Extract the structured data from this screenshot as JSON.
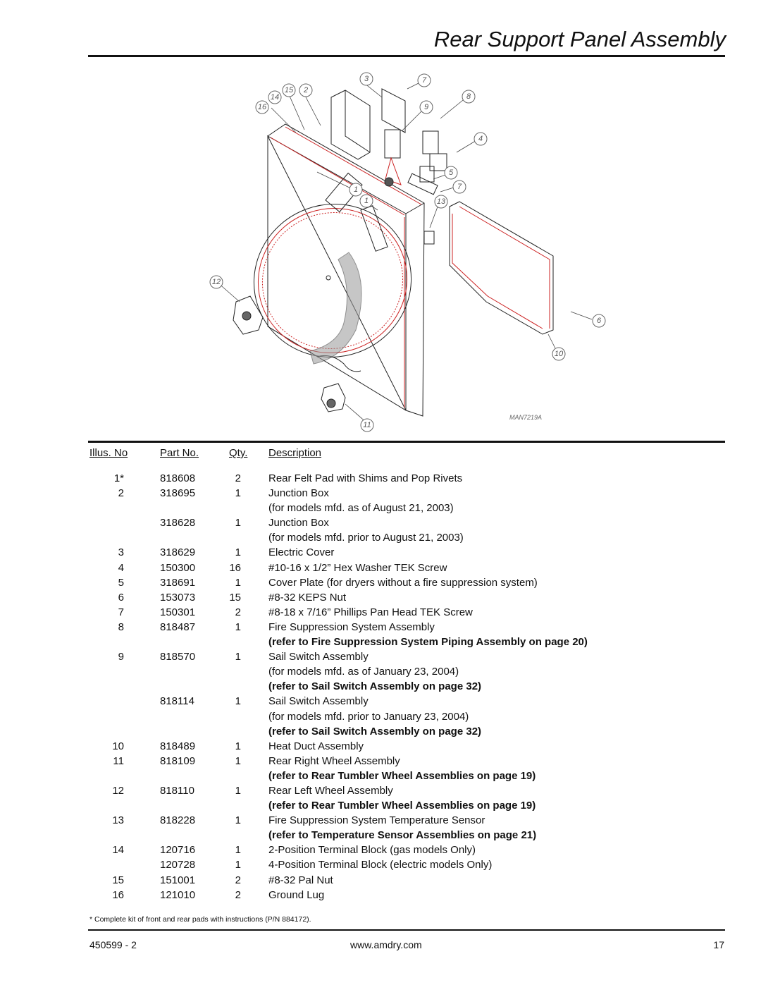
{
  "header": {
    "title": "Rear Support Panel Assembly"
  },
  "diagram": {
    "drawing_id": "MAN7219A",
    "callouts": [
      "1",
      "1",
      "2",
      "3",
      "4",
      "5",
      "6",
      "7",
      "7",
      "8",
      "9",
      "10",
      "11",
      "12",
      "13",
      "14",
      "15",
      "16"
    ]
  },
  "table": {
    "headers": {
      "illus": "Illus. No",
      "part": "Part No.",
      "qty": "Qty.",
      "desc": "Description"
    },
    "rows": [
      {
        "illus": "1*",
        "part": "818608",
        "qty": "2",
        "desc": "Rear Felt Pad with Shims and Pop Rivets",
        "ref": false
      },
      {
        "illus": "2",
        "part": "318695",
        "qty": "1",
        "desc": "Junction Box",
        "ref": false
      },
      {
        "illus": "",
        "part": "",
        "qty": "",
        "desc": "(for models mfd. as of August 21, 2003)",
        "ref": false
      },
      {
        "illus": "",
        "part": "318628",
        "qty": "1",
        "desc": "Junction Box",
        "ref": false
      },
      {
        "illus": "",
        "part": "",
        "qty": "",
        "desc": "(for models mfd. prior to August 21, 2003)",
        "ref": false
      },
      {
        "illus": "3",
        "part": "318629",
        "qty": "1",
        "desc": "Electric Cover",
        "ref": false
      },
      {
        "illus": "4",
        "part": "150300",
        "qty": "16",
        "desc": "#10-16 x 1/2” Hex Washer TEK Screw",
        "ref": false
      },
      {
        "illus": "5",
        "part": "318691",
        "qty": "1",
        "desc": "Cover Plate (for dryers without a fire suppression system)",
        "ref": false
      },
      {
        "illus": "6",
        "part": "153073",
        "qty": "15",
        "desc": "#8-32 KEPS Nut",
        "ref": false
      },
      {
        "illus": "7",
        "part": "150301",
        "qty": "2",
        "desc": "#8-18 x 7/16” Phillips Pan Head TEK Screw",
        "ref": false
      },
      {
        "illus": "8",
        "part": "818487",
        "qty": "1",
        "desc": "Fire Suppression System Assembly",
        "ref": false
      },
      {
        "illus": "",
        "part": "",
        "qty": "",
        "desc": "(refer to Fire Suppression System Piping Assembly on page 20)",
        "ref": true
      },
      {
        "illus": "9",
        "part": "818570",
        "qty": "1",
        "desc": "Sail Switch Assembly",
        "ref": false
      },
      {
        "illus": "",
        "part": "",
        "qty": "",
        "desc": "(for models mfd. as of January 23, 2004)",
        "ref": false
      },
      {
        "illus": "",
        "part": "",
        "qty": "",
        "desc": "(refer to Sail Switch Assembly on page 32)",
        "ref": true
      },
      {
        "illus": "",
        "part": "818114",
        "qty": "1",
        "desc": "Sail Switch Assembly",
        "ref": false
      },
      {
        "illus": "",
        "part": "",
        "qty": "",
        "desc": "(for models mfd. prior to January 23, 2004)",
        "ref": false
      },
      {
        "illus": "",
        "part": "",
        "qty": "",
        "desc": "(refer to Sail Switch Assembly on page 32)",
        "ref": true
      },
      {
        "illus": "10",
        "part": "818489",
        "qty": "1",
        "desc": "Heat Duct Assembly",
        "ref": false
      },
      {
        "illus": "11",
        "part": "818109",
        "qty": "1",
        "desc": "Rear Right Wheel Assembly",
        "ref": false
      },
      {
        "illus": "",
        "part": "",
        "qty": "",
        "desc": "(refer to Rear Tumbler Wheel Assemblies on page 19)",
        "ref": true
      },
      {
        "illus": "12",
        "part": "818110",
        "qty": "1",
        "desc": "Rear Left Wheel Assembly",
        "ref": false
      },
      {
        "illus": "",
        "part": "",
        "qty": "",
        "desc": "(refer to Rear Tumbler Wheel Assemblies on page 19)",
        "ref": true
      },
      {
        "illus": "13",
        "part": "818228",
        "qty": "1",
        "desc": "Fire Suppression System Temperature Sensor",
        "ref": false
      },
      {
        "illus": "",
        "part": "",
        "qty": "",
        "desc": "(refer to Temperature Sensor Assemblies on page 21)",
        "ref": true
      },
      {
        "illus": "14",
        "part": "120716",
        "qty": "1",
        "desc": "2-Position Terminal Block (gas models Only)",
        "ref": false
      },
      {
        "illus": "",
        "part": "120728",
        "qty": "1",
        "desc": "4-Position Terminal Block (electric models Only)",
        "ref": false
      },
      {
        "illus": "15",
        "part": "151001",
        "qty": "2",
        "desc": "#8-32 Pal Nut",
        "ref": false
      },
      {
        "illus": "16",
        "part": "121010",
        "qty": "2",
        "desc": "Ground Lug",
        "ref": false
      }
    ]
  },
  "footnote": "*   Complete kit of front and rear pads with instructions (P/N 884172).",
  "footer": {
    "doc_number": "450599 - 2",
    "website": "www.amdry.com",
    "page_number": "17"
  },
  "colors": {
    "outline": "#222222",
    "accent": "#cc2222"
  }
}
